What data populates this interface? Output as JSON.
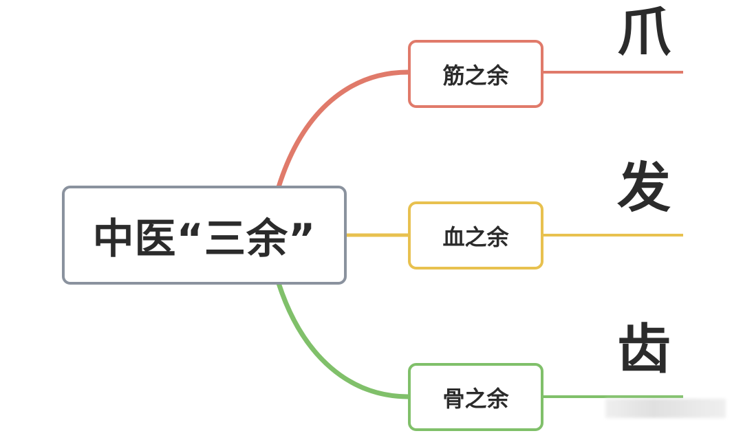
{
  "root": {
    "label": "中医“三余”",
    "color": "#8a929e"
  },
  "branches": [
    {
      "label": "筋之余",
      "leaf": "爪",
      "color": "#e07a6a"
    },
    {
      "label": "血之余",
      "leaf": "发",
      "color": "#e8c14f"
    },
    {
      "label": "骨之余",
      "leaf": "齿",
      "color": "#80c06a"
    }
  ]
}
